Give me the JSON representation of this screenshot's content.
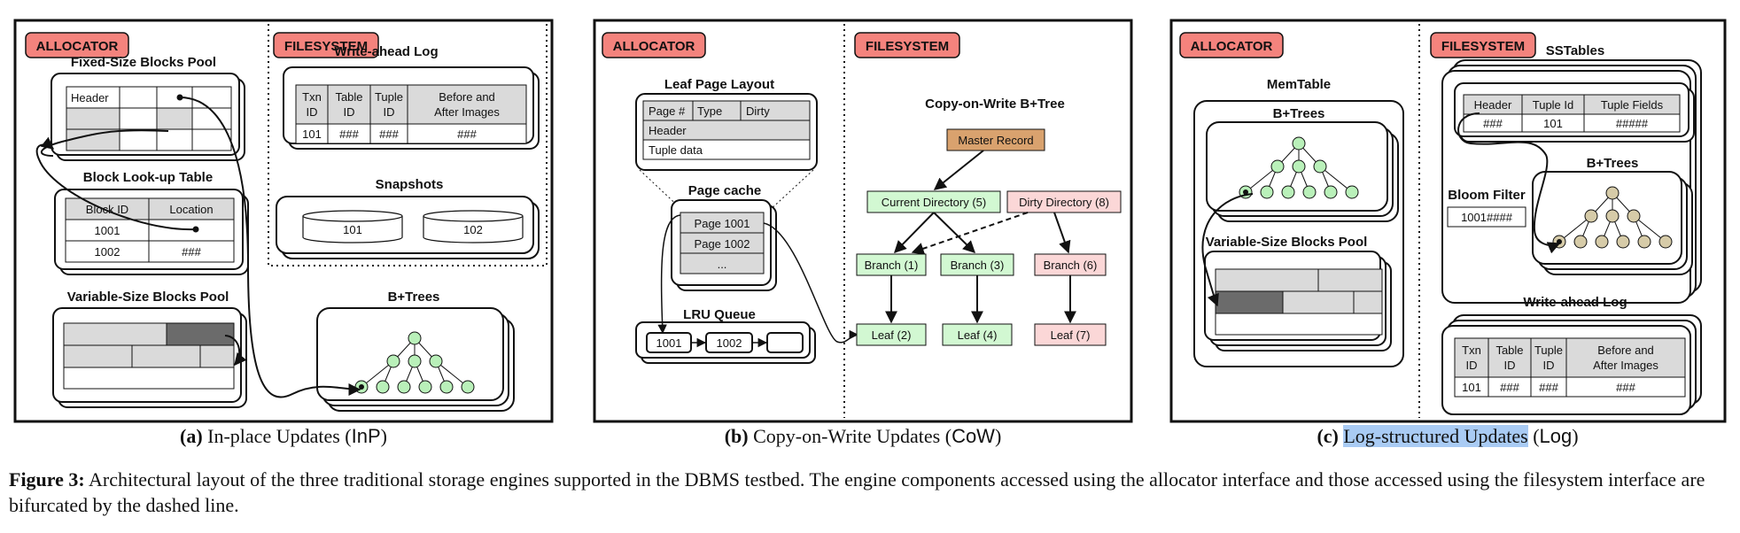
{
  "tags": {
    "allocator": "ALLOCATOR",
    "filesystem": "FILESYSTEM"
  },
  "panel_a": {
    "fixed_pool_title": "Fixed-Size Blocks Pool",
    "header_cell": "Header",
    "lookup_title": "Block Look-up Table",
    "lookup_headers": [
      "Block ID",
      "Location"
    ],
    "lookup_rows": [
      [
        "1001",
        ""
      ],
      [
        "1002",
        "###"
      ]
    ],
    "var_pool_title": "Variable-Size Blocks Pool",
    "wal_title": "Write-ahead Log",
    "wal_headers": [
      [
        "Txn",
        "ID"
      ],
      [
        "Table",
        "ID"
      ],
      [
        "Tuple",
        "ID"
      ],
      [
        "Before and",
        "After Images"
      ]
    ],
    "wal_row": [
      "101",
      "###",
      "###",
      "###"
    ],
    "snapshots_title": "Snapshots",
    "snapshots": [
      "101",
      "102"
    ],
    "btrees_title": "B+Trees",
    "caption_letter": "(a)",
    "caption_text": "In-place Updates (",
    "caption_abbr": "InP",
    "caption_close": ")"
  },
  "panel_b": {
    "leaf_layout_title": "Leaf Page Layout",
    "leaf_header_cells": [
      "Page #",
      "Type",
      "Dirty"
    ],
    "leaf_header_row": "Header",
    "leaf_tuple_row": "Tuple data",
    "page_cache_title": "Page cache",
    "page_cache_rows": [
      "Page 1001",
      "Page 1002",
      "..."
    ],
    "lru_title": "LRU Queue",
    "lru_items": [
      "1001",
      "1002",
      ""
    ],
    "cow_title": "Copy-on-Write B+Tree",
    "master": "Master Record",
    "current_dir": "Current Directory (5)",
    "dirty_dir": "Dirty Directory (8)",
    "branches": [
      "Branch (1)",
      "Branch  (3)",
      "Branch (6)"
    ],
    "leaves": [
      "Leaf (2)",
      "Leaf (4)",
      "Leaf (7)"
    ],
    "caption_letter": "(b)",
    "caption_text": "Copy-on-Write Updates (",
    "caption_abbr": "CoW",
    "caption_close": ")"
  },
  "panel_c": {
    "memtable_title": "MemTable",
    "btrees_title": "B+Trees",
    "var_pool_title": "Variable-Size Blocks Pool",
    "sstables_title": "SSTables",
    "sst_headers": [
      "Header",
      "Tuple Id",
      "Tuple Fields"
    ],
    "sst_row": [
      "###",
      "101",
      "#####"
    ],
    "bloom_title": "Bloom Filter",
    "bloom_value": "1001####",
    "sst_btrees_title": "B+Trees",
    "wal_title": "Write-ahead Log",
    "wal_headers": [
      [
        "Txn",
        "ID"
      ],
      [
        "Table",
        "ID"
      ],
      [
        "Tuple",
        "ID"
      ],
      [
        "Before and",
        "After Images"
      ]
    ],
    "wal_row": [
      "101",
      "###",
      "###",
      "###"
    ],
    "caption_letter": "(c)",
    "caption_text": "Log-structured Updates",
    "caption_abbr": "Log",
    "caption_close": ")"
  },
  "figure_caption": {
    "label": "Figure 3:",
    "text": "Architectural layout of the three traditional storage engines supported in the DBMS testbed. The engine components accessed using the allocator interface and those accessed using the filesystem interface are bifurcated by the dashed line."
  },
  "colors": {
    "tag_fill": "#f4837d",
    "gray_cell": "#dadada",
    "dark_cell": "#6b6b6b",
    "tree_green": "#b9f0b9",
    "tree_tan": "#d6cba8",
    "master_fill": "#d9a26e",
    "green_box": "#d2f8d2",
    "pink_box": "#fbd7d7",
    "highlight": "#a9cbf4"
  }
}
